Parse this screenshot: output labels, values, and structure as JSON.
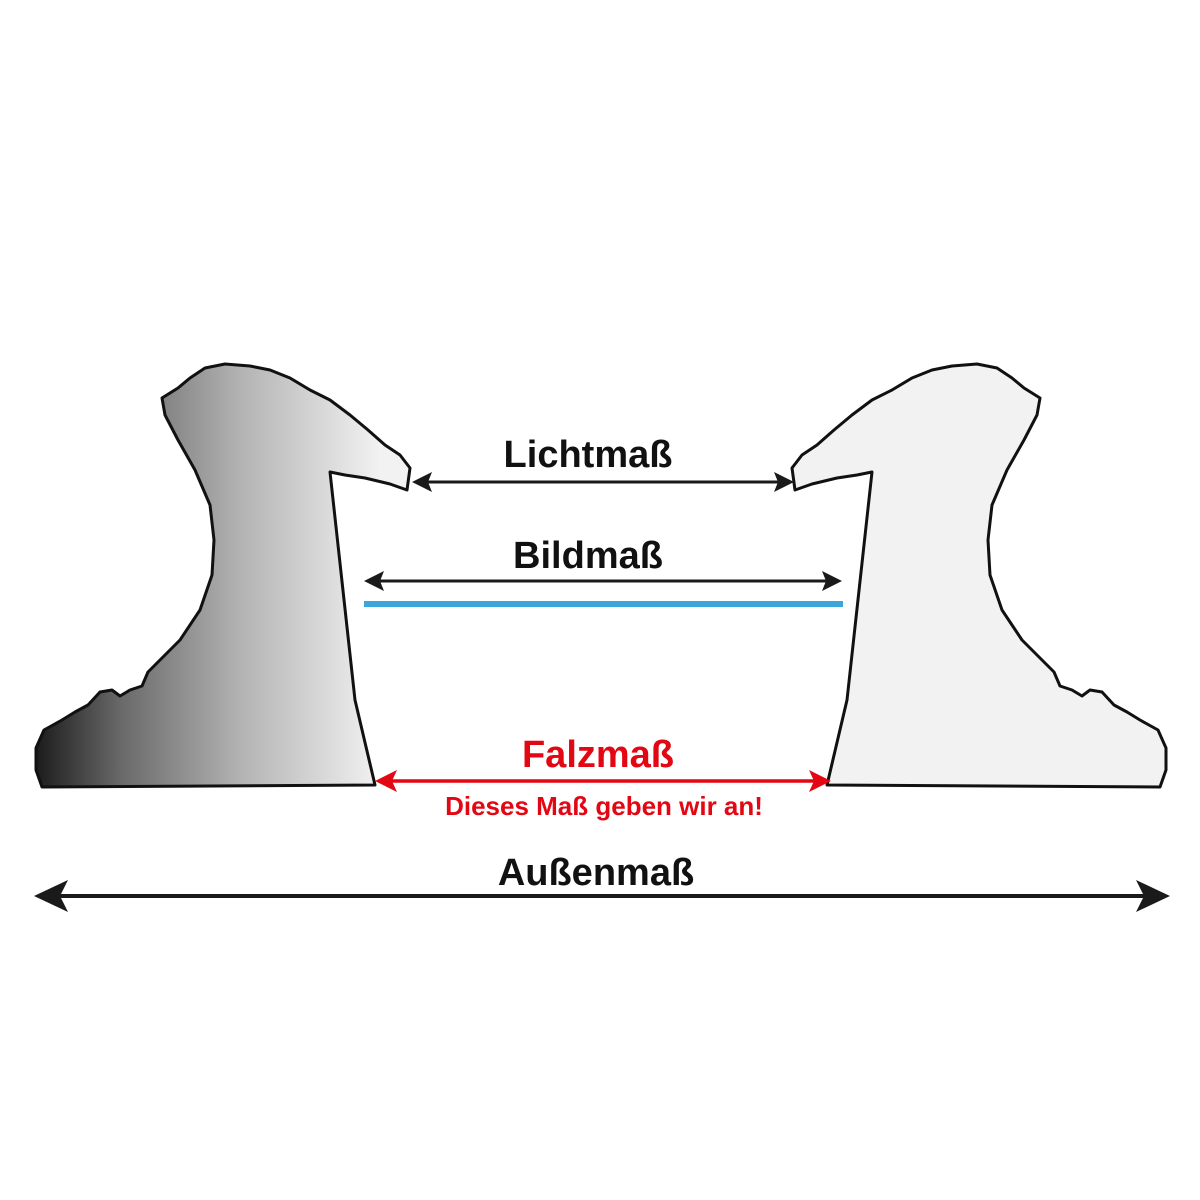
{
  "colors": {
    "background": "#ffffff",
    "outline": "#111111",
    "dimension_arrow": "#1a1a1a",
    "falzmass_highlight": "#e30613",
    "glass_line": "#3aa6dc",
    "profile_dark": "#1c1c1c",
    "profile_light": "#f2f2f2"
  },
  "labels": {
    "lichtmass": "Lichtmaß",
    "bildmass": "Bildmaß",
    "falzmass": "Falzmaß",
    "falzmass_note": "Dieses Maß geben wir an!",
    "aussenmass": "Außenmaß"
  }
}
